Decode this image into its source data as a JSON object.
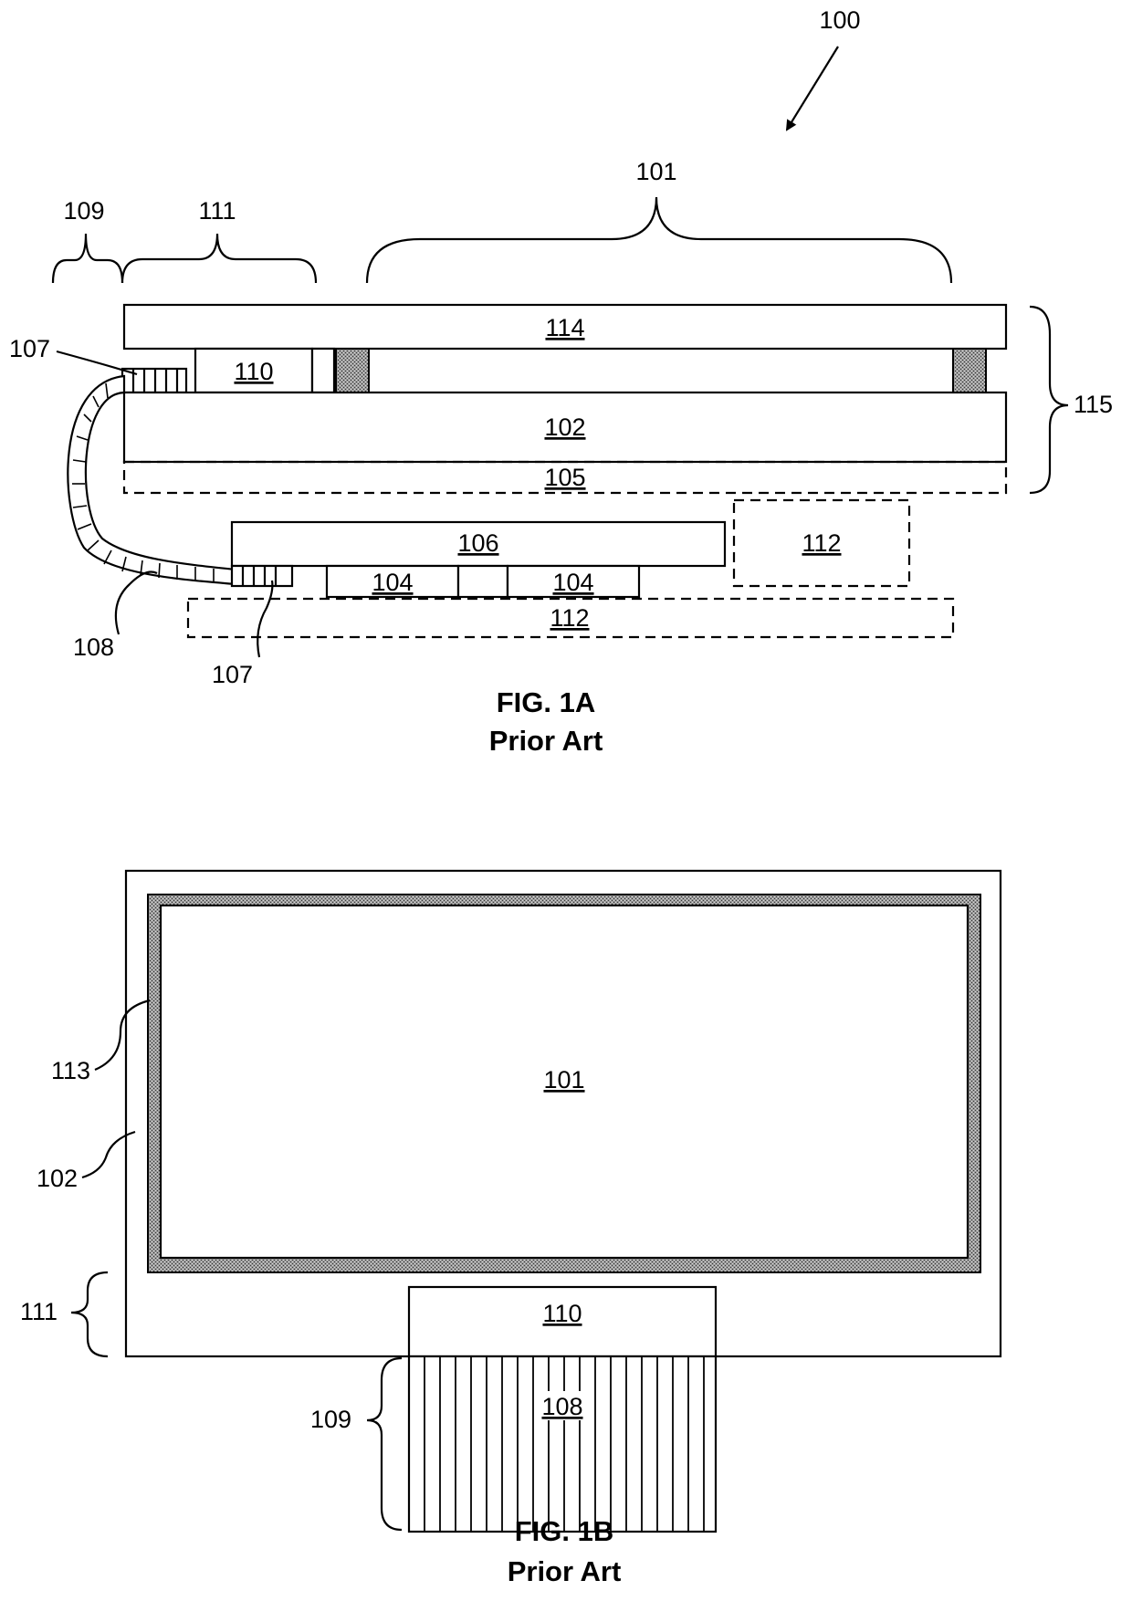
{
  "figure_1a": {
    "ref_100": "100",
    "ref_101": "101",
    "ref_109": "109",
    "ref_111": "111",
    "ref_114": "114",
    "ref_110": "110",
    "ref_107_top": "107",
    "ref_102": "102",
    "ref_105": "105",
    "ref_115": "115",
    "ref_106": "106",
    "ref_112_side": "112",
    "ref_104_left": "104",
    "ref_104_right": "104",
    "ref_112_bottom": "112",
    "ref_108": "108",
    "ref_107_bottom": "107",
    "caption_line1": "FIG. 1A",
    "caption_line2": "Prior Art"
  },
  "figure_1b": {
    "ref_101": "101",
    "ref_113": "113",
    "ref_102": "102",
    "ref_111": "111",
    "ref_110": "110",
    "ref_108": "108",
    "ref_109": "109",
    "caption_line1": "FIG. 1B",
    "caption_line2": "Prior Art"
  }
}
